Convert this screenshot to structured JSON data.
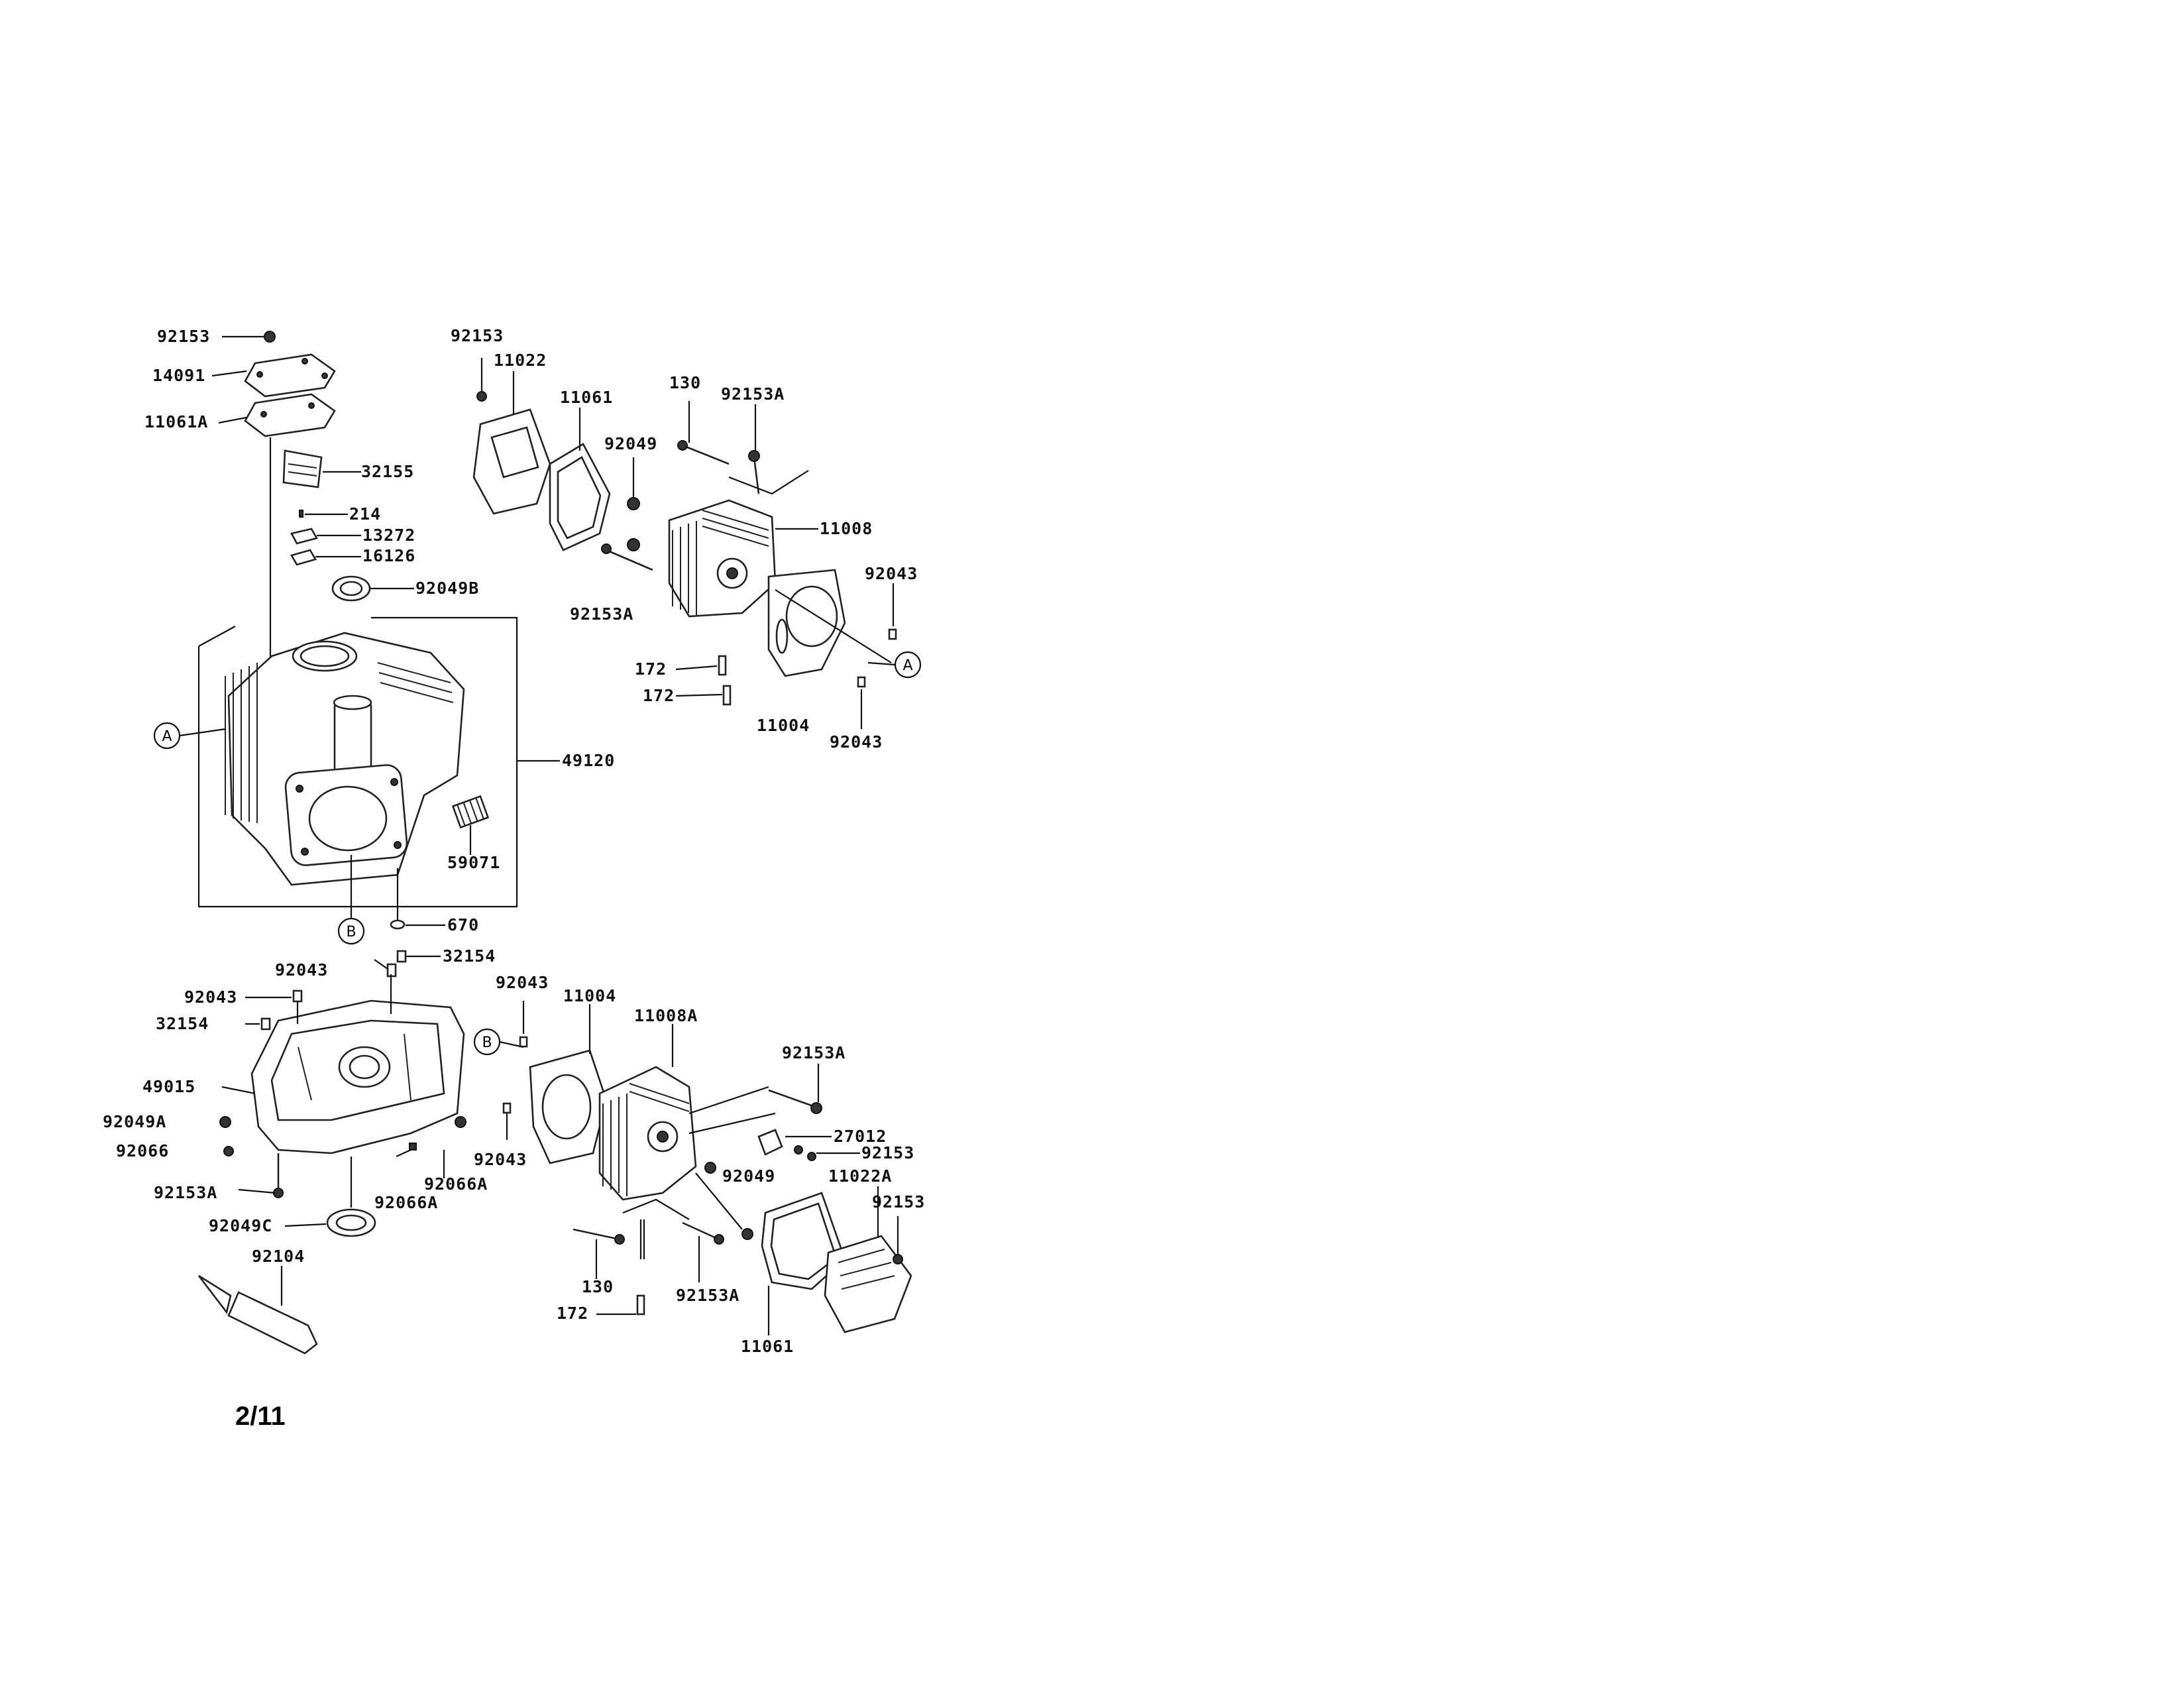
{
  "page_number": "2/11",
  "callouts": {
    "A": "A",
    "B": "B"
  },
  "labels": {
    "l_92153_top": "92153",
    "l_14091": "14091",
    "l_11061A": "11061A",
    "l_32155": "32155",
    "l_214": "214",
    "l_13272": "13272",
    "l_16126": "16126",
    "l_92049B": "92049B",
    "l_49120": "49120",
    "l_59071": "59071",
    "l_670": "670",
    "l_92153_r1": "92153",
    "l_11022": "11022",
    "l_11061_r1": "11061",
    "l_130_r1": "130",
    "l_92153A_r1": "92153A",
    "l_92049_r1": "92049",
    "l_11008": "11008",
    "l_92043_r1a": "92043",
    "l_92153A_r1b": "92153A",
    "l_172_r1a": "172",
    "l_172_r1b": "172",
    "l_11004_r1": "11004",
    "l_92043_r1b": "92043",
    "l_92043_c1": "92043",
    "l_32154_c1": "32154",
    "l_92043_c2": "92043",
    "l_32154_c2": "32154",
    "l_49015": "49015",
    "l_92049A": "92049A",
    "l_92066": "92066",
    "l_92066A_a": "92066A",
    "l_92066A_b": "92066A",
    "l_92153A_c": "92153A",
    "l_92049C": "92049C",
    "l_92104": "92104",
    "l_92043_r2a": "92043",
    "l_11004_r2": "11004",
    "l_11008A": "11008A",
    "l_92153A_r2a": "92153A",
    "l_27012": "27012",
    "l_92153_r2a": "92153",
    "l_11022A": "11022A",
    "l_92153_r2b": "92153",
    "l_92043_r2b": "92043",
    "l_92049_r2": "92049",
    "l_130_r2": "130",
    "l_92153A_r2b": "92153A",
    "l_172_r2": "172",
    "l_11061_r2": "11061"
  }
}
